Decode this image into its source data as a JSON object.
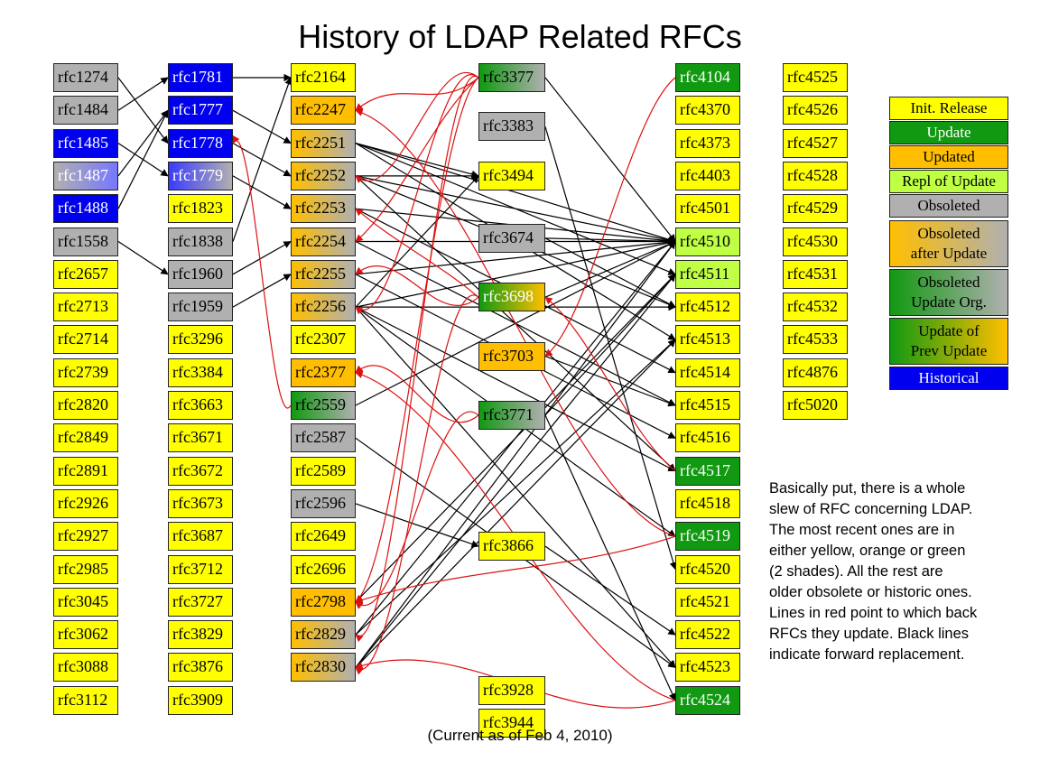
{
  "title": "History of LDAP Related RFCs",
  "footer": "(Current as of Feb 4, 2010)",
  "note_lines": [
    "Basically put, there is a whole",
    "slew of RFC concerning LDAP.",
    "The most recent ones are in",
    "either yellow, orange or green",
    "(2 shades).  All the rest are",
    "older obsolete or historic ones.",
    "Lines in red point to which back",
    "RFCs they update. Black lines",
    "indicate forward replacement."
  ],
  "legend": [
    {
      "key": "init",
      "label": "Init. Release"
    },
    {
      "key": "update",
      "label": "Update"
    },
    {
      "key": "updated",
      "label": "Updated"
    },
    {
      "key": "repl",
      "label": "Repl of Update"
    },
    {
      "key": "obsoleted",
      "label": "Obsoleted"
    },
    {
      "key": "obs-after",
      "label": "Obsoleted\nafter Update"
    },
    {
      "key": "obs-update-org",
      "label": "Obsoleted\nUpdate Org."
    },
    {
      "key": "update-prev",
      "label": "Update of\nPrev Update"
    },
    {
      "key": "historical",
      "label": "Historical"
    }
  ],
  "colors": {
    "init": "#ffff00",
    "update": "#119911",
    "updated": "#ffbf00",
    "repl": "#bfff44",
    "obsoleted": "#b0b0b0",
    "historical": "#0000ee",
    "red_line": "#dd1111",
    "black_line": "#000000"
  },
  "columns": [
    [
      {
        "label": "rfc1274",
        "type": "obsoleted"
      },
      {
        "label": "rfc1484",
        "type": "obsoleted"
      },
      {
        "label": "rfc1485",
        "type": "historical"
      },
      {
        "label": "rfc1487",
        "type": "hist-obs"
      },
      {
        "label": "rfc1488",
        "type": "historical"
      },
      {
        "label": "rfc1558",
        "type": "obsoleted"
      },
      {
        "label": "rfc2657",
        "type": "init"
      },
      {
        "label": "rfc2713",
        "type": "init"
      },
      {
        "label": "rfc2714",
        "type": "init"
      },
      {
        "label": "rfc2739",
        "type": "init"
      },
      {
        "label": "rfc2820",
        "type": "init"
      },
      {
        "label": "rfc2849",
        "type": "init"
      },
      {
        "label": "rfc2891",
        "type": "init"
      },
      {
        "label": "rfc2926",
        "type": "init"
      },
      {
        "label": "rfc2927",
        "type": "init"
      },
      {
        "label": "rfc2985",
        "type": "init"
      },
      {
        "label": "rfc3045",
        "type": "init"
      },
      {
        "label": "rfc3062",
        "type": "init"
      },
      {
        "label": "rfc3088",
        "type": "init"
      },
      {
        "label": "rfc3112",
        "type": "init"
      }
    ],
    [
      {
        "label": "rfc1781",
        "type": "historical"
      },
      {
        "label": "rfc1777",
        "type": "historical"
      },
      {
        "label": "rfc1778",
        "type": "historical"
      },
      {
        "label": "rfc1779",
        "type": "hist-obs2"
      },
      {
        "label": "rfc1823",
        "type": "init"
      },
      {
        "label": "rfc1838",
        "type": "obsoleted"
      },
      {
        "label": "rfc1960",
        "type": "obsoleted"
      },
      {
        "label": "rfc1959",
        "type": "obsoleted"
      },
      {
        "label": "rfc3296",
        "type": "init"
      },
      {
        "label": "rfc3384",
        "type": "init"
      },
      {
        "label": "rfc3663",
        "type": "init"
      },
      {
        "label": "rfc3671",
        "type": "init"
      },
      {
        "label": "rfc3672",
        "type": "init"
      },
      {
        "label": "rfc3673",
        "type": "init"
      },
      {
        "label": "rfc3687",
        "type": "init"
      },
      {
        "label": "rfc3712",
        "type": "init"
      },
      {
        "label": "rfc3727",
        "type": "init"
      },
      {
        "label": "rfc3829",
        "type": "init"
      },
      {
        "label": "rfc3876",
        "type": "init"
      },
      {
        "label": "rfc3909",
        "type": "init"
      }
    ],
    [
      {
        "label": "rfc2164",
        "type": "init"
      },
      {
        "label": "rfc2247",
        "type": "updated"
      },
      {
        "label": "rfc2251",
        "type": "obs-after"
      },
      {
        "label": "rfc2252",
        "type": "obs-after"
      },
      {
        "label": "rfc2253",
        "type": "obs-after"
      },
      {
        "label": "rfc2254",
        "type": "obs-after"
      },
      {
        "label": "rfc2255",
        "type": "obs-after"
      },
      {
        "label": "rfc2256",
        "type": "obs-after"
      },
      {
        "label": "rfc2307",
        "type": "init"
      },
      {
        "label": "rfc2377",
        "type": "updated"
      },
      {
        "label": "rfc2559",
        "type": "obs-update-org"
      },
      {
        "label": "rfc2587",
        "type": "obsoleted"
      },
      {
        "label": "rfc2589",
        "type": "init"
      },
      {
        "label": "rfc2596",
        "type": "obsoleted"
      },
      {
        "label": "rfc2649",
        "type": "init"
      },
      {
        "label": "rfc2696",
        "type": "init"
      },
      {
        "label": "rfc2798",
        "type": "updated"
      },
      {
        "label": "rfc2829",
        "type": "obs-after"
      },
      {
        "label": "rfc2830",
        "type": "obs-after"
      }
    ],
    [
      {
        "label": "rfc3377",
        "type": "obs-update-org"
      },
      {
        "label": "rfc3383",
        "type": "obsoleted"
      },
      {
        "label": "rfc3494",
        "type": "init"
      },
      {
        "label": "rfc3674",
        "type": "obsoleted"
      },
      {
        "label": "rfc3698",
        "type": "update-prev"
      },
      {
        "label": "rfc3703",
        "type": "updated"
      },
      {
        "label": "rfc3771",
        "type": "obs-update-org"
      },
      {
        "label": "rfc3866",
        "type": "init"
      },
      {
        "label": "rfc3928",
        "type": "init"
      },
      {
        "label": "rfc3944",
        "type": "init"
      }
    ],
    [
      {
        "label": "rfc4104",
        "type": "update"
      },
      {
        "label": "rfc4370",
        "type": "init"
      },
      {
        "label": "rfc4373",
        "type": "init"
      },
      {
        "label": "rfc4403",
        "type": "init"
      },
      {
        "label": "rfc4501",
        "type": "init"
      },
      {
        "label": "rfc4510",
        "type": "repl"
      },
      {
        "label": "rfc4511",
        "type": "repl"
      },
      {
        "label": "rfc4512",
        "type": "init"
      },
      {
        "label": "rfc4513",
        "type": "init"
      },
      {
        "label": "rfc4514",
        "type": "init"
      },
      {
        "label": "rfc4515",
        "type": "init"
      },
      {
        "label": "rfc4516",
        "type": "init"
      },
      {
        "label": "rfc4517",
        "type": "update"
      },
      {
        "label": "rfc4518",
        "type": "init"
      },
      {
        "label": "rfc4519",
        "type": "update"
      },
      {
        "label": "rfc4520",
        "type": "init"
      },
      {
        "label": "rfc4521",
        "type": "init"
      },
      {
        "label": "rfc4522",
        "type": "init"
      },
      {
        "label": "rfc4523",
        "type": "init"
      },
      {
        "label": "rfc4524",
        "type": "update"
      }
    ],
    [
      {
        "label": "rfc4525",
        "type": "init"
      },
      {
        "label": "rfc4526",
        "type": "init"
      },
      {
        "label": "rfc4527",
        "type": "init"
      },
      {
        "label": "rfc4528",
        "type": "init"
      },
      {
        "label": "rfc4529",
        "type": "init"
      },
      {
        "label": "rfc4530",
        "type": "init"
      },
      {
        "label": "rfc4531",
        "type": "init"
      },
      {
        "label": "rfc4532",
        "type": "init"
      },
      {
        "label": "rfc4533",
        "type": "init"
      },
      {
        "label": "rfc4876",
        "type": "init"
      },
      {
        "label": "rfc5020",
        "type": "init"
      }
    ]
  ],
  "edges": [
    {
      "from": "rfc1274",
      "to": "rfc1778",
      "color": "black"
    },
    {
      "from": "rfc1484",
      "to": "rfc1781",
      "color": "black"
    },
    {
      "from": "rfc1485",
      "to": "rfc1779",
      "color": "black"
    },
    {
      "from": "rfc1487",
      "to": "rfc1777",
      "color": "black"
    },
    {
      "from": "rfc1488",
      "to": "rfc1777",
      "color": "black"
    },
    {
      "from": "rfc1558",
      "to": "rfc1960",
      "color": "black"
    },
    {
      "from": "rfc1781",
      "to": "rfc2164",
      "color": "black"
    },
    {
      "from": "rfc1777",
      "to": "rfc2251",
      "color": "black"
    },
    {
      "from": "rfc1778",
      "to": "rfc2252",
      "color": "black"
    },
    {
      "from": "rfc1779",
      "to": "rfc2253",
      "color": "black"
    },
    {
      "from": "rfc1838",
      "to": "rfc2164",
      "color": "black"
    },
    {
      "from": "rfc1960",
      "to": "rfc2254",
      "color": "black"
    },
    {
      "from": "rfc1959",
      "to": "rfc2255",
      "color": "black"
    },
    {
      "from": "rfc2251",
      "to": "rfc3494",
      "color": "black"
    },
    {
      "from": "rfc2251",
      "to": "rfc4510",
      "color": "black"
    },
    {
      "from": "rfc2251",
      "to": "rfc4511",
      "color": "black"
    },
    {
      "from": "rfc2251",
      "to": "rfc4513",
      "color": "black"
    },
    {
      "from": "rfc2252",
      "to": "rfc3494",
      "color": "black"
    },
    {
      "from": "rfc2252",
      "to": "rfc4510",
      "color": "black"
    },
    {
      "from": "rfc2252",
      "to": "rfc4512",
      "color": "black"
    },
    {
      "from": "rfc2252",
      "to": "rfc4517",
      "color": "black"
    },
    {
      "from": "rfc2253",
      "to": "rfc4510",
      "color": "black"
    },
    {
      "from": "rfc2253",
      "to": "rfc4514",
      "color": "black"
    },
    {
      "from": "rfc2254",
      "to": "rfc4510",
      "color": "black"
    },
    {
      "from": "rfc2254",
      "to": "rfc4515",
      "color": "black"
    },
    {
      "from": "rfc2255",
      "to": "rfc4510",
      "color": "black"
    },
    {
      "from": "rfc2255",
      "to": "rfc4516",
      "color": "black"
    },
    {
      "from": "rfc2256",
      "to": "rfc3494",
      "color": "black"
    },
    {
      "from": "rfc2256",
      "to": "rfc4510",
      "color": "black"
    },
    {
      "from": "rfc2256",
      "to": "rfc4512",
      "color": "black"
    },
    {
      "from": "rfc2256",
      "to": "rfc4517",
      "color": "black"
    },
    {
      "from": "rfc2256",
      "to": "rfc4519",
      "color": "black"
    },
    {
      "from": "rfc2256",
      "to": "rfc4523",
      "color": "black"
    },
    {
      "from": "rfc2587",
      "to": "rfc4523",
      "color": "black"
    },
    {
      "from": "rfc2596",
      "to": "rfc3866",
      "color": "black"
    },
    {
      "from": "rfc2829",
      "to": "rfc4510",
      "color": "black"
    },
    {
      "from": "rfc2829",
      "to": "rfc4513",
      "color": "black"
    },
    {
      "from": "rfc2830",
      "to": "rfc4510",
      "color": "black"
    },
    {
      "from": "rfc2830",
      "to": "rfc4511",
      "color": "black"
    },
    {
      "from": "rfc2830",
      "to": "rfc4513",
      "color": "black"
    },
    {
      "from": "rfc3377",
      "to": "rfc4510",
      "color": "black"
    },
    {
      "from": "rfc3383",
      "to": "rfc4520",
      "color": "black"
    },
    {
      "from": "rfc3674",
      "to": "rfc4510",
      "color": "black"
    },
    {
      "from": "rfc3674",
      "to": "rfc4512",
      "color": "black"
    },
    {
      "from": "rfc3698",
      "to": "rfc4510",
      "color": "black"
    },
    {
      "from": "rfc3703",
      "to": "rfc4515",
      "color": "black"
    },
    {
      "from": "rfc3771",
      "to": "rfc4511",
      "color": "black"
    },
    {
      "from": "rfc3771",
      "to": "rfc4524",
      "color": "black"
    },
    {
      "from": "rfc3866",
      "to": "rfc4522",
      "color": "black"
    },
    {
      "from": "rfc2559",
      "to": "rfc4510",
      "color": "black"
    },
    {
      "from": "rfc2798",
      "to": "rfc4511",
      "color": "black"
    },
    {
      "from": "rfc3377",
      "to": "rfc2247",
      "color": "red"
    },
    {
      "from": "rfc3377",
      "to": "rfc2252",
      "color": "red"
    },
    {
      "from": "rfc3377",
      "to": "rfc2254",
      "color": "red"
    },
    {
      "from": "rfc3377",
      "to": "rfc2256",
      "color": "red"
    },
    {
      "from": "rfc3377",
      "to": "rfc2798",
      "color": "red"
    },
    {
      "from": "rfc3377",
      "to": "rfc2829",
      "color": "red"
    },
    {
      "from": "rfc2559",
      "to": "rfc1778",
      "color": "red"
    },
    {
      "from": "rfc3698",
      "to": "rfc2253",
      "color": "red"
    },
    {
      "from": "rfc3698",
      "to": "rfc2255",
      "color": "red"
    },
    {
      "from": "rfc3698",
      "to": "rfc2830",
      "color": "red"
    },
    {
      "from": "rfc3771",
      "to": "rfc2377",
      "color": "red"
    },
    {
      "from": "rfc3771",
      "to": "rfc2798",
      "color": "red"
    },
    {
      "from": "rfc4104",
      "to": "rfc3703",
      "color": "red"
    },
    {
      "from": "rfc4517",
      "to": "rfc3698",
      "color": "red"
    },
    {
      "from": "rfc4519",
      "to": "rfc2798",
      "color": "red"
    },
    {
      "from": "rfc4519",
      "to": "rfc2247",
      "color": "red"
    },
    {
      "from": "rfc4524",
      "to": "rfc2830",
      "color": "red"
    },
    {
      "from": "rfc4524",
      "to": "rfc2377",
      "color": "red"
    }
  ]
}
